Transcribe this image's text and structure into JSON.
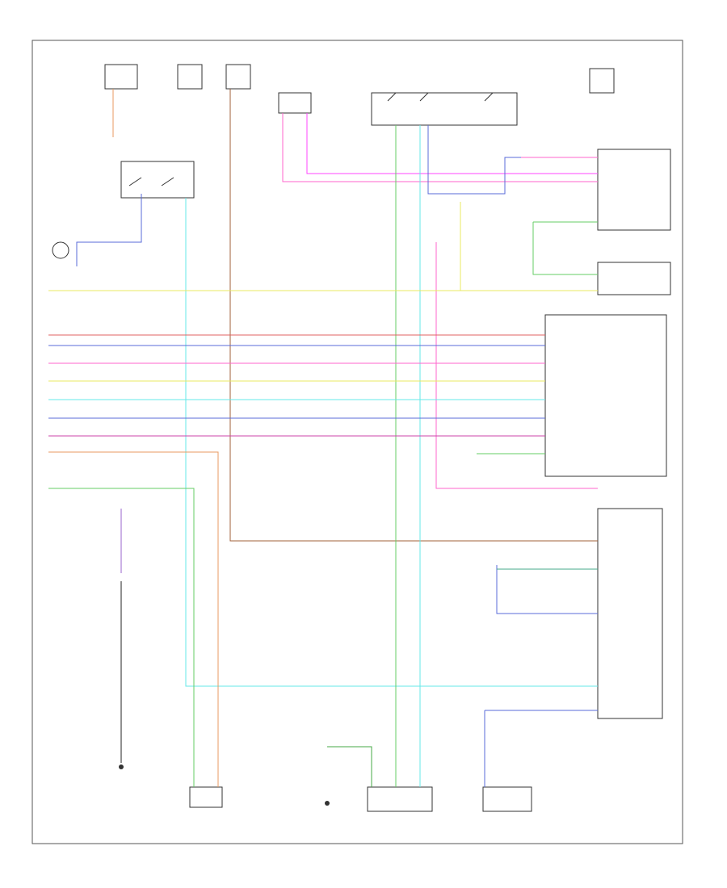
{
  "diagram": {
    "footer_code": "",
    "components": [
      {
        "id": "top-fuse-left",
        "label": ""
      },
      {
        "id": "top-fuse-mid",
        "label": ""
      },
      {
        "id": "top-fuse-mid2",
        "label": ""
      },
      {
        "id": "top-relay",
        "label": ""
      },
      {
        "id": "top-switch-block",
        "label": ""
      },
      {
        "id": "top-right-fuse",
        "label": ""
      },
      {
        "id": "right-module-upper",
        "label": ""
      },
      {
        "id": "right-module-lower",
        "label": ""
      },
      {
        "id": "bottom-sensor-left",
        "label": ""
      },
      {
        "id": "bottom-switch-center",
        "label": ""
      },
      {
        "id": "bottom-sensor-right",
        "label": ""
      }
    ],
    "wire_colors": {
      "red": "#e06060",
      "pink": "#ff66cc",
      "magenta": "#ff44ff",
      "blue": "#5a6bd8",
      "cyan": "#66e8e8",
      "green": "#44aa44",
      "lightgreen": "#66cc66",
      "yellow": "#e8e860",
      "orange": "#e89a60",
      "brown": "#a0603a",
      "purple": "#9966cc",
      "gray": "#888888",
      "black": "#222222"
    }
  }
}
